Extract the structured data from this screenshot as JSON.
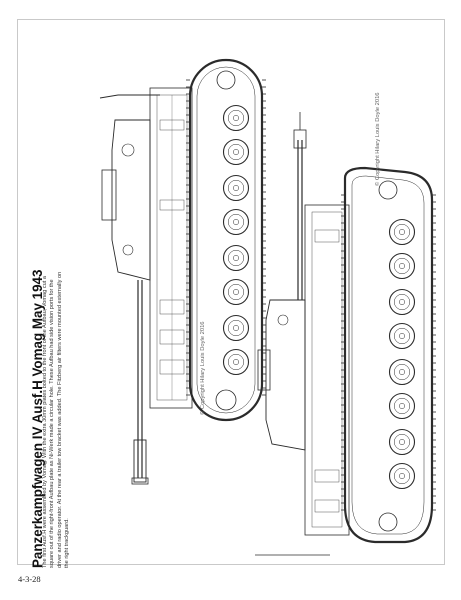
{
  "document": {
    "title": "Panzerkampfwagen IV Ausf.H Vomag May 1943",
    "description": "The first Ausf.H were assembled by Vomag. With the extra 30mm plates bolted to the front of the Aufbau, Vomag cut a square out of the right-front Aufbau plate as Ni-Werk made a circular hole. These Aufbau had side vision ports for the driver and radio operator. At the rear a trailer tow bracket was added. The Fitzberg air filters were mounted externally on the right trackguard.",
    "copyright_1": "© Copyright Hilary Louis Doyle 2016",
    "copyright_2": "© Copyright Hilary Louis Doyle 2016",
    "page_number": "4-3-28"
  },
  "colors": {
    "line": "#2b2b2b",
    "frame": "#c9c9c9"
  },
  "figures": [
    "tank-top-view",
    "tank-side-view"
  ]
}
